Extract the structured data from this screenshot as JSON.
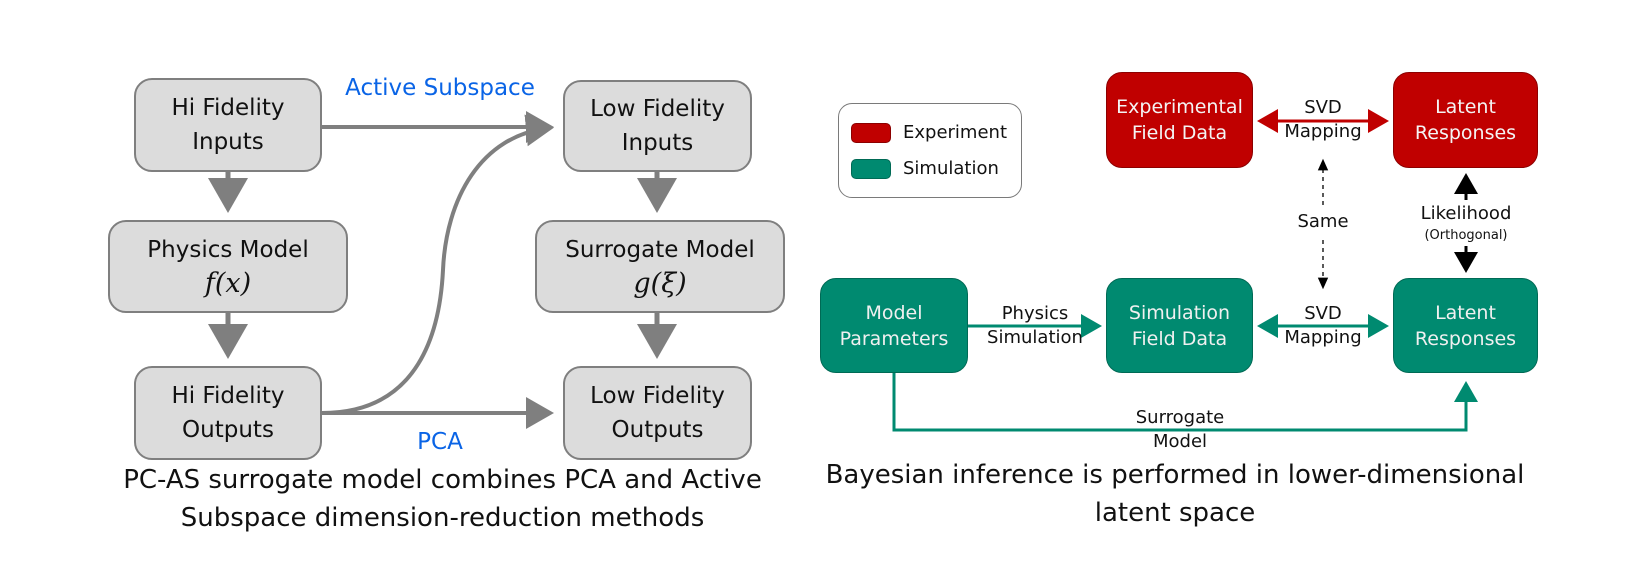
{
  "left_panel": {
    "nodes": {
      "hi_inputs": "Hi Fidelity\nInputs",
      "physics_model": "Physics Model",
      "physics_fn": "f(x)",
      "hi_outputs": "Hi Fidelity\nOutputs",
      "low_inputs": "Low Fidelity\nInputs",
      "surrogate_model": "Surrogate Model",
      "surrogate_fn": "g(ξ)",
      "low_outputs": "Low Fidelity\nOutputs"
    },
    "edge_labels": {
      "active_subspace": "Active Subspace",
      "pca": "PCA"
    },
    "caption_line1": "PC-AS surrogate model combines PCA and Active",
    "caption_line2": "Subspace dimension-reduction methods"
  },
  "right_panel": {
    "legend": [
      {
        "label": "Experiment",
        "color": "#c00000"
      },
      {
        "label": "Simulation",
        "color": "#008a70"
      }
    ],
    "nodes": {
      "exp_field": "Experimental\nField Data",
      "latent_exp": "Latent\nResponses",
      "model_params": "Model\nParameters",
      "sim_field": "Simulation\nField Data",
      "latent_sim": "Latent\nResponses"
    },
    "edge_labels": {
      "svd_top": "SVD\nMapping",
      "same": "Same",
      "likelihood": "Likelihood",
      "orthogonal": "(Orthogonal)",
      "physics_sim": "Physics\nSimulation",
      "svd_bottom": "SVD\nMapping",
      "surrogate": "Surrogate\nModel"
    },
    "caption_line1": "Bayesian inference is performed in lower-dimensional",
    "caption_line2": "latent space"
  },
  "colors": {
    "gray_fill": "#dcdcdc",
    "gray_edge": "#7f7f7f",
    "experiment": "#c00000",
    "simulation": "#008a70",
    "label_blue": "#0a64e6"
  }
}
